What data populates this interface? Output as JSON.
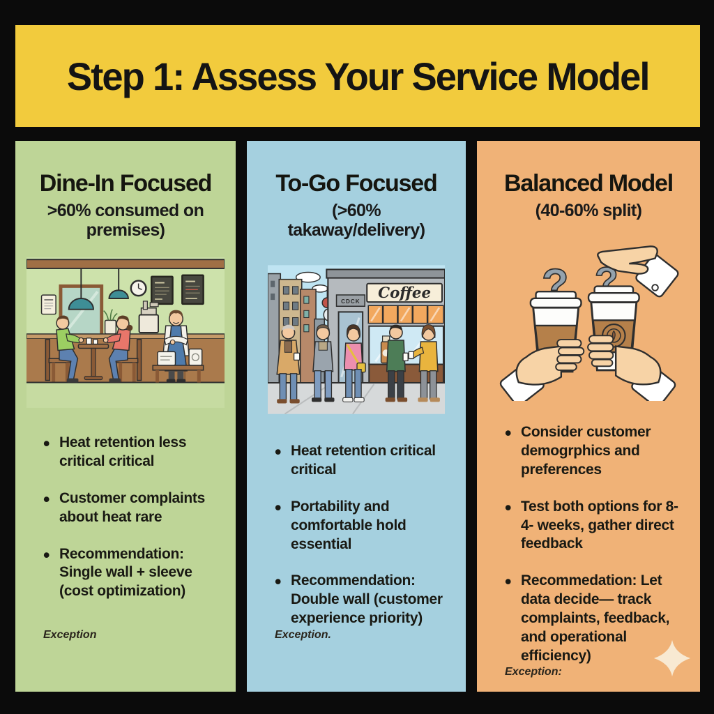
{
  "header": {
    "title": "Step 1: Assess Your Service Model"
  },
  "columns": [
    {
      "id": "dine-in",
      "title": "Dine-In Focused",
      "subtitle": ">60% consumed on premises)",
      "illustration": "cafe-interior-dine-in-scene",
      "bullets": [
        "Heat retention less critical critical",
        "Customer complaints about heat rare",
        "Recommendation: Single wall + sleeve (cost optimization)"
      ],
      "footnote": "Exception",
      "bg_color": "#bed597"
    },
    {
      "id": "to-go",
      "title": "To-Go Focused",
      "subtitle": "(>60% takaway/delivery)",
      "illustration": "street-coffee-shop-to-go-scene",
      "illustration_text": {
        "shop_sign": "Coffee",
        "door_sign": "CDCK"
      },
      "bullets": [
        "Heat retention critical critical",
        "Portability and comfortable hold essential",
        "Recommendation: Double wall (customer experience priority)"
      ],
      "footnote": "Exception.",
      "bg_color": "#a5d0df"
    },
    {
      "id": "balanced",
      "title": "Balanced Model",
      "subtitle": "(40-60% split)",
      "illustration": "two-takeaway-cups-question-marks-scene",
      "illustration_text": {
        "question_mark": "?"
      },
      "bullets": [
        "Consider customer demogrphics and preferences",
        "Test both options for 8-4- weeks, gather direct feedback",
        "Recommedation: Let data decide— track complaints, feedback, and operational efficiency)"
      ],
      "footnote": "Exception:",
      "bg_color": "#f0b277"
    }
  ],
  "colors": {
    "page_background": "#0b0b0b",
    "banner_background": "#f2cb3d",
    "heading_text": "#141414",
    "body_text": "#191913",
    "sparkle": "#f8e9d2"
  }
}
